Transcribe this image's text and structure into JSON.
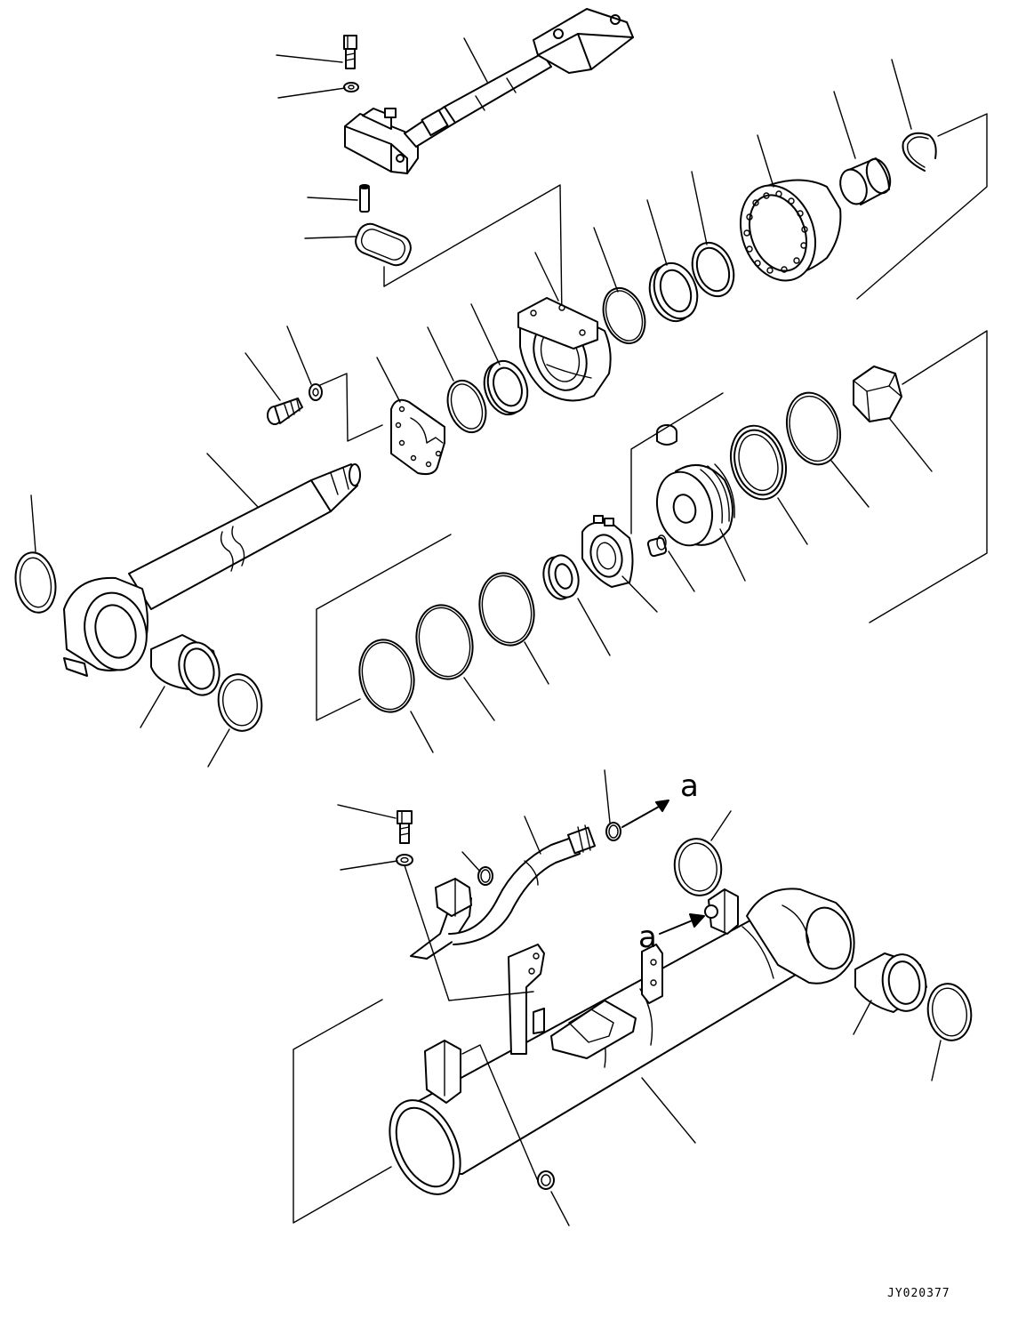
{
  "figure": {
    "drawing_code": "JY020377",
    "connection_marks": [
      "a",
      "a"
    ]
  }
}
